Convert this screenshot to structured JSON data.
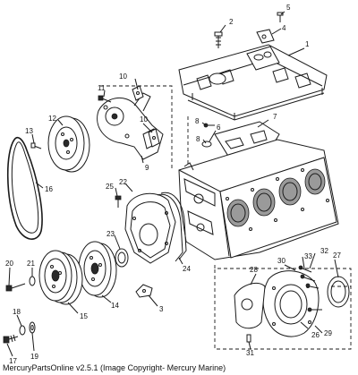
{
  "copyright": "MercuryPartsOnline v2.5.1 (Image Copyright- Mercury Marine)",
  "callouts": [
    "1",
    "2",
    "3",
    "4",
    "5",
    "6",
    "7",
    "8",
    "8",
    "9",
    "10",
    "10",
    "11",
    "12",
    "13",
    "14",
    "15",
    "16",
    "17",
    "18",
    "19",
    "20",
    "21",
    "22",
    "23",
    "24",
    "25",
    "26",
    "27",
    "28",
    "29",
    "30",
    "31",
    "32",
    "33"
  ]
}
